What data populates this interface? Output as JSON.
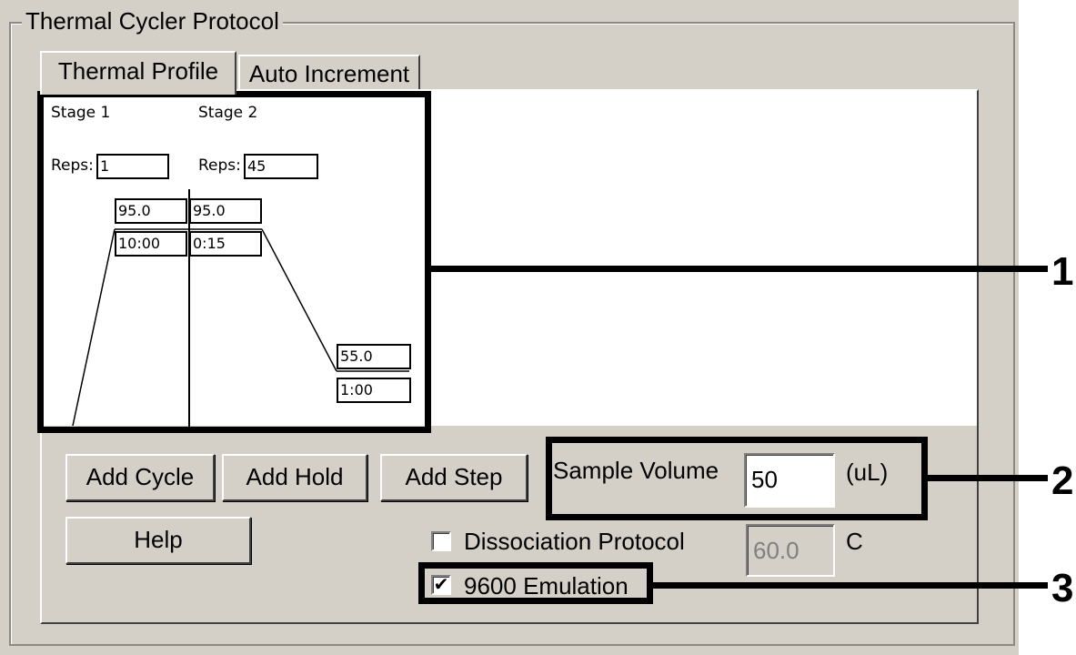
{
  "group_title": "Thermal Cycler Protocol",
  "tabs": {
    "thermal_profile": "Thermal Profile",
    "auto_increment": "Auto Increment"
  },
  "stages": [
    {
      "label": "Stage 1",
      "reps_label": "Reps:",
      "reps_value": "1",
      "temps": [
        "95.0"
      ],
      "times": [
        "10:00"
      ]
    },
    {
      "label": "Stage 2",
      "reps_label": "Reps:",
      "reps_value": "45",
      "temps": [
        "95.0",
        "55.0"
      ],
      "times": [
        "0:15",
        "1:00"
      ]
    }
  ],
  "buttons": {
    "add_cycle": "Add Cycle",
    "add_hold": "Add Hold",
    "add_step": "Add Step",
    "help": "Help"
  },
  "sample_volume": {
    "label": "Sample Volume",
    "value": "50",
    "unit": "(uL)"
  },
  "dissociation": {
    "label": "Dissociation Protocol",
    "checked": false,
    "value": "60.0",
    "unit": "C"
  },
  "emulation": {
    "label": "9600 Emulation",
    "checked": true,
    "check_glyph": "✔"
  },
  "callouts": [
    "1",
    "2",
    "3"
  ]
}
